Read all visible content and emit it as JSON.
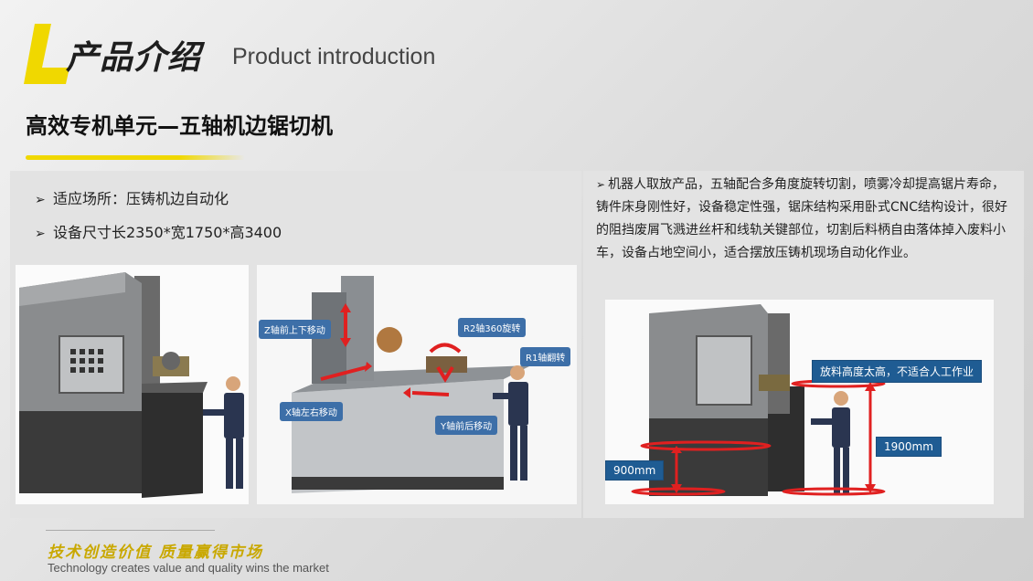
{
  "header": {
    "title_cn": "产品介绍",
    "title_en": "Product introduction"
  },
  "subtitle": "高效专机单元—五轴机边锯切机",
  "bullets": [
    "适应场所：压铸机边自动化",
    "设备尺寸长2350*宽1750*高3400"
  ],
  "description": "机器人取放产品，五轴配合多角度旋转切割，喷雾冷却提高锯片寿命，铸件床身刚性好，设备稳定性强，锯床结构采用卧式CNC结构设计，很好的阻挡废屑飞溅进丝杆和线轨关键部位，切割后料柄自由落体掉入废料小车，设备占地空间小，适合摆放压铸机现场自动化作业。",
  "axis_callouts": {
    "z": "Z轴前上下移动",
    "r2": "R2轴360旋转",
    "r1": "R1轴翻转",
    "x": "X轴左右移动",
    "y": "Y轴前后移动"
  },
  "height_callouts": {
    "warning": "放料高度太高，不适合人工作业",
    "h1900": "1900mm",
    "h900": "900mm"
  },
  "footer": {
    "slogan_cn": "技术创造价值  质量赢得市场",
    "slogan_en": "Technology creates value and quality wins the market"
  },
  "colors": {
    "accent_yellow": "#f0d800",
    "callout_blue": "#3d6fa8",
    "arrow_red": "#e02020"
  }
}
